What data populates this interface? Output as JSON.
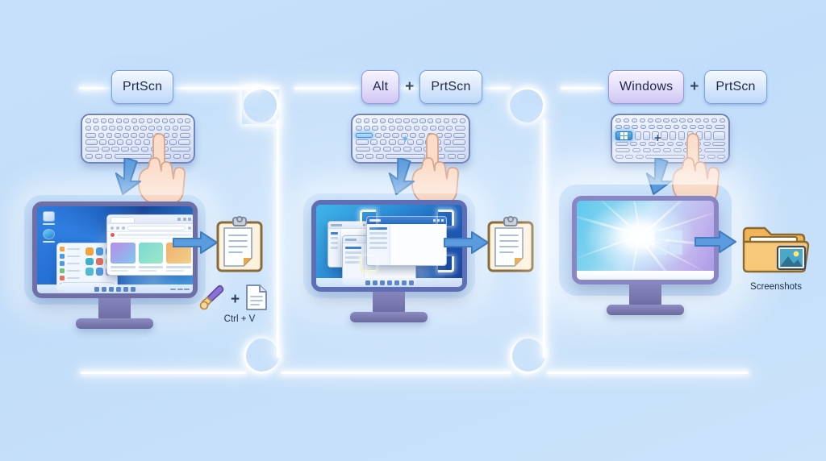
{
  "meta": {
    "title": "Windows Screenshot Methods Infographic",
    "background_color": "#c5dffa",
    "accent_blue": "#3f86d8",
    "line_color": "#ffffff"
  },
  "panels": [
    {
      "id": "panel-prtscn",
      "keys": [
        {
          "label": "PrtScn",
          "style": "blue"
        }
      ],
      "plus_between": [],
      "keyboard": {
        "highlight": "none",
        "plus_on_keyboard": false
      },
      "monitor": {
        "content": "full-desktop",
        "capture_mode": "full screen"
      },
      "output": {
        "icon": "clipboard-icon",
        "label": ""
      },
      "extra": {
        "paste_icons": [
          "paintbrush-icon",
          "document-icon"
        ],
        "paste_plus": "+",
        "paste_label": "Ctrl + V"
      }
    },
    {
      "id": "panel-alt-prtscn",
      "keys": [
        {
          "label": "Alt",
          "style": "violet"
        },
        {
          "label": "PrtScn",
          "style": "blue"
        }
      ],
      "plus_between": [
        "+"
      ],
      "keyboard": {
        "highlight": "alt",
        "plus_on_keyboard": true,
        "plus_symbol": "+"
      },
      "monitor": {
        "content": "window-stack-with-brackets",
        "capture_mode": "active window"
      },
      "output": {
        "icon": "clipboard-icon",
        "label": ""
      },
      "extra": null
    },
    {
      "id": "panel-win-prtscn",
      "keys": [
        {
          "label": "Windows",
          "style": "violet"
        },
        {
          "label": "PrtScn",
          "style": "blue"
        }
      ],
      "plus_between": [
        "+"
      ],
      "keyboard": {
        "highlight": "windows-logo",
        "plus_on_keyboard": true,
        "plus_symbol": "+"
      },
      "monitor": {
        "content": "screen-flash",
        "capture_mode": "saved to file"
      },
      "output": {
        "icon": "folder-image-icon",
        "label": "Screenshots"
      },
      "extra": null
    }
  ],
  "labels": {
    "key_prtscn": "PrtScn",
    "key_alt": "Alt",
    "key_windows": "Windows",
    "plus": "+",
    "ctrl_v": "Ctrl + V",
    "screenshots_folder": "Screenshots"
  }
}
